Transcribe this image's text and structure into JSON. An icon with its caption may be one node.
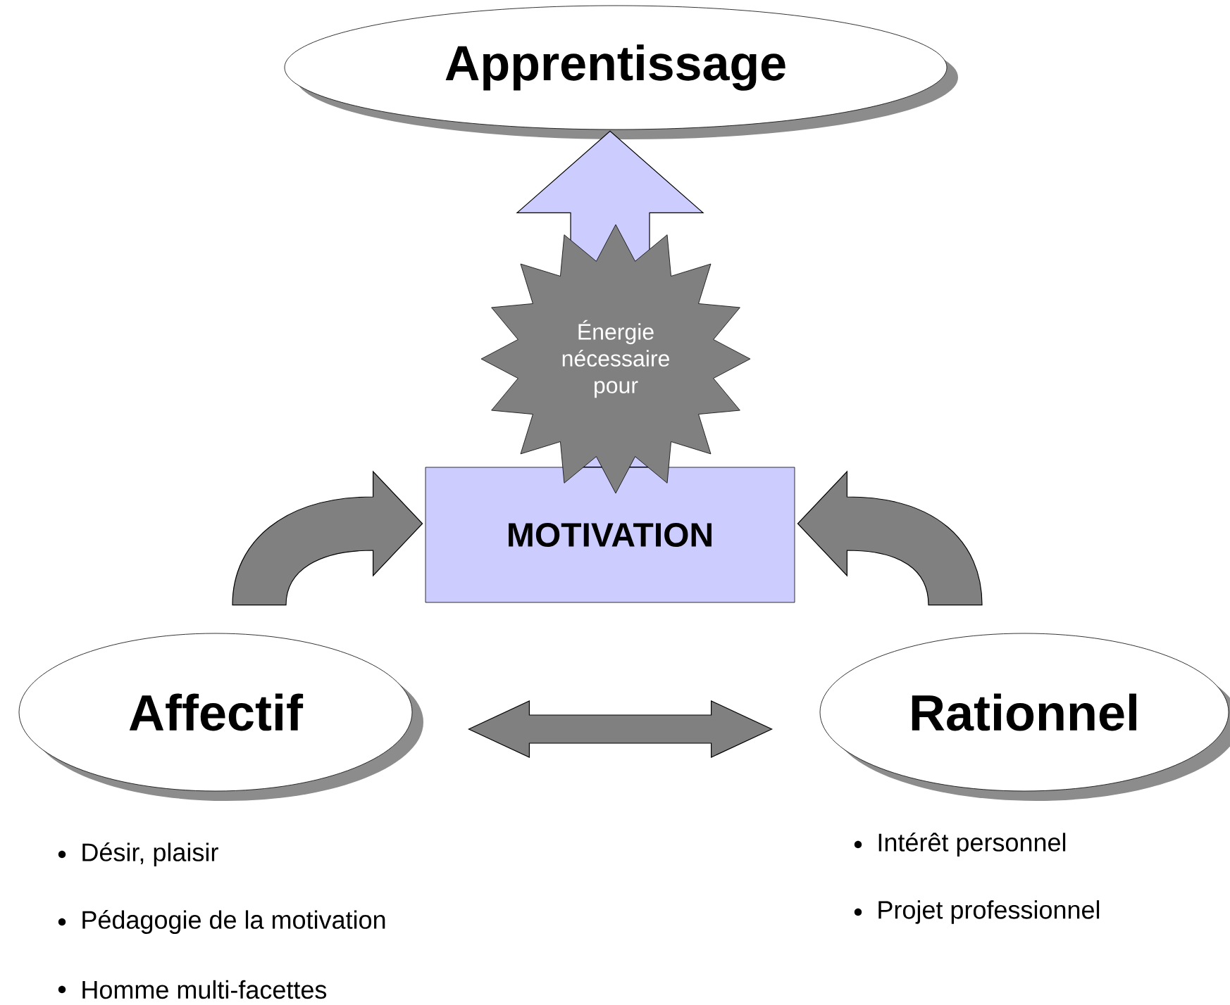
{
  "diagram": {
    "nodes": [
      {
        "text": [
          "Apprentissage"
        ]
      },
      {
        "text": [
          "Énergie nécessaire pour"
        ]
      },
      {
        "text": [
          "MOTIVATION"
        ]
      },
      {
        "text": [
          "Affectif"
        ],
        "beside": [
          "Désir, plaisir",
          "Pédagogie de la motivation",
          "Homme multi-facettes"
        ]
      },
      {
        "text": [
          "Rationnel"
        ],
        "beside": [
          "Intérêt personnel",
          "Projet professionnel"
        ]
      }
    ],
    "edges": [
      {
        "from": 2,
        "to": 0,
        "arrow": "to",
        "color": "#ccccff"
      },
      {
        "from": 3,
        "to": 2,
        "arrow": "to"
      },
      {
        "from": 4,
        "to": 2,
        "arrow": "to"
      },
      {
        "from": 3,
        "to": 4,
        "arrow": "both"
      }
    ]
  }
}
